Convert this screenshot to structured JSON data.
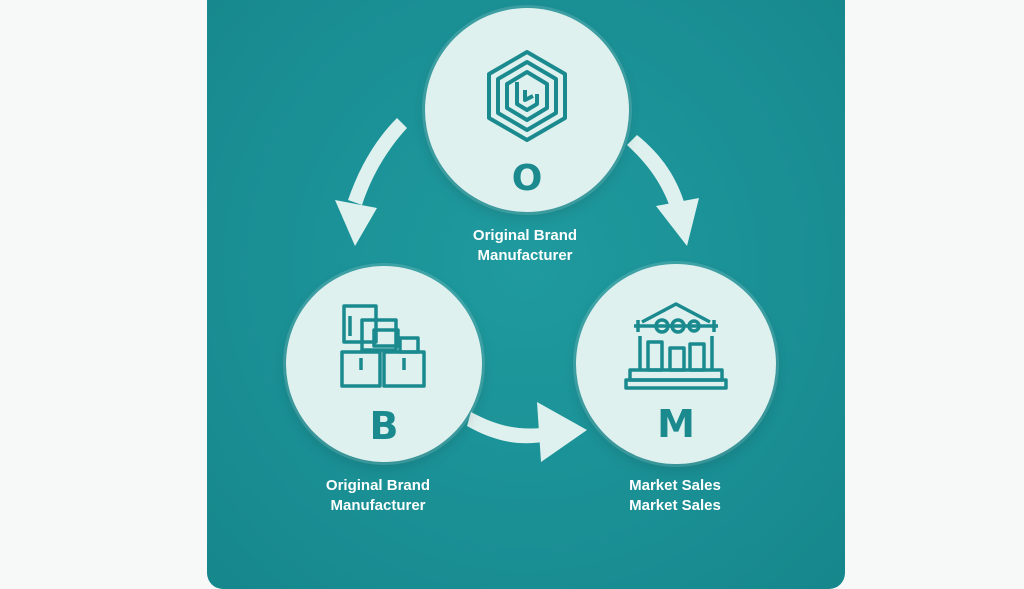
{
  "colors": {
    "panel": "#1a9095",
    "node_fill": "#dff1ee",
    "icon": "#1a8a8f",
    "arrow": "#dff1ee",
    "caption": "#ffffff"
  },
  "nodes": {
    "o": {
      "letter": "O",
      "icon": "hexagon-cube-logo-icon",
      "caption_line1": "Original Brand",
      "caption_line2": "Manufacturer"
    },
    "b": {
      "letter": "B",
      "icon": "stacked-boxes-icon",
      "caption_line1": "Original Brand",
      "caption_line2": "Manufacturer"
    },
    "m": {
      "letter": "M",
      "icon": "market-stall-icon",
      "caption_line1": "Market Sales",
      "caption_line2": "Market Sales"
    }
  }
}
